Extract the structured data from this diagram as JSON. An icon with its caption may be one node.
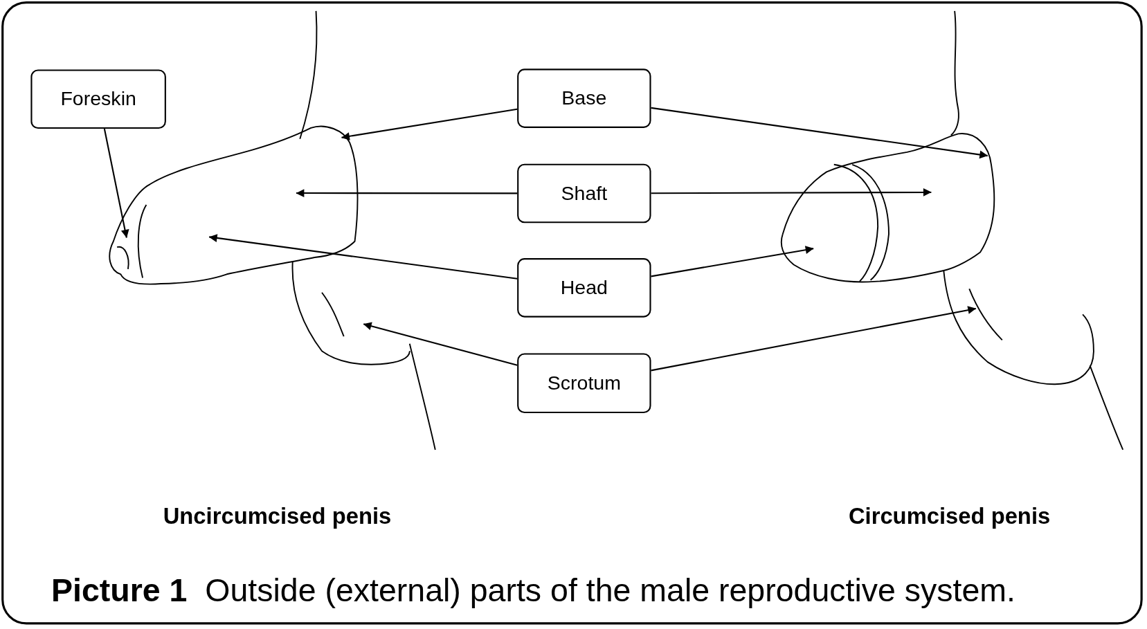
{
  "diagram": {
    "caption": "**Picture 1**  Outside (external) parts of the male reproductive system.",
    "nodes": [
      {
        "text": [
          "Foreskin"
        ]
      },
      {
        "text": [
          "Base"
        ]
      },
      {
        "text": [
          "Shaft"
        ]
      },
      {
        "text": [
          "Head"
        ]
      },
      {
        "text": [
          "Scrotum"
        ]
      }
    ],
    "edges": [
      {
        "from": 0,
        "to": null,
        "arrow": "to"
      },
      {
        "from": 1,
        "to": null,
        "arrow": "to"
      },
      {
        "from": 1,
        "to": null,
        "arrow": "to"
      },
      {
        "from": 2,
        "to": null,
        "arrow": "to"
      },
      {
        "from": 2,
        "to": null,
        "arrow": "to"
      },
      {
        "from": 3,
        "to": null,
        "arrow": "to"
      },
      {
        "from": 3,
        "to": null,
        "arrow": "to"
      },
      {
        "from": 4,
        "to": null,
        "arrow": "to"
      },
      {
        "from": 4,
        "to": null,
        "arrow": "to"
      }
    ],
    "labels": [
      "Uncircumcised penis",
      "Circumcised penis"
    ]
  }
}
